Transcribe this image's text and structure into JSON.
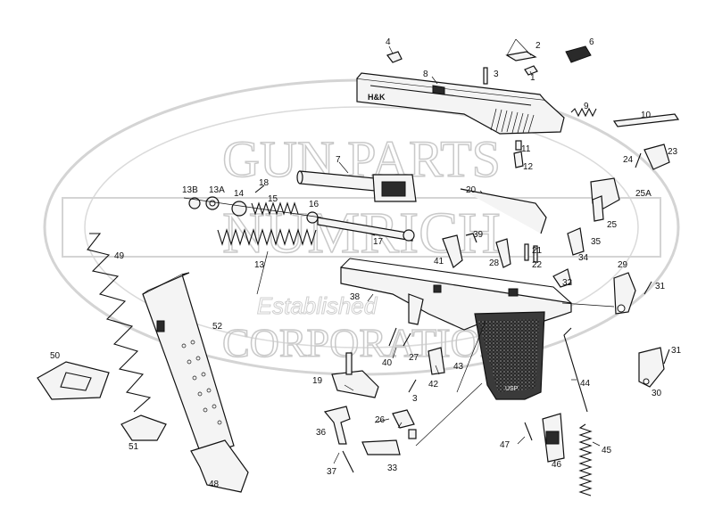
{
  "watermark": {
    "line1": "GUN PARTS",
    "line2": "NUMRICH",
    "line3": "Established",
    "line4": "CORPORATION"
  },
  "labels": {
    "p1": "1",
    "p2": "2",
    "p3": "3",
    "p4": "4",
    "p6": "6",
    "p7": "7",
    "p8": "8",
    "p9": "9",
    "p10": "10",
    "p11": "11",
    "p12": "12",
    "p13": "13",
    "p13a": "13A",
    "p13b": "13B",
    "p14": "14",
    "p15": "15",
    "p16": "16",
    "p17": "17",
    "p18": "18",
    "p19": "19",
    "p20": "20",
    "p21": "21",
    "p22": "22",
    "p23": "23",
    "p24": "24",
    "p25": "25",
    "p25a": "25A",
    "p26": "26",
    "p27": "27",
    "p28": "28",
    "p29": "29",
    "p30": "30",
    "p31a": "31",
    "p31b": "31",
    "p32": "32",
    "p33": "33",
    "p34": "34",
    "p35": "35",
    "p36": "36",
    "p37": "37",
    "p38": "38",
    "p39": "39",
    "p40": "40",
    "p41": "41",
    "p42": "42",
    "p43": "43",
    "p44": "44",
    "p45": "45",
    "p46": "46",
    "p47": "47",
    "p48": "48",
    "p49": "49",
    "p50": "50",
    "p51": "51",
    "p52": "52",
    "p3b": "3"
  },
  "markings": {
    "slide_logo": "H&K",
    "grip_text": "USP"
  }
}
